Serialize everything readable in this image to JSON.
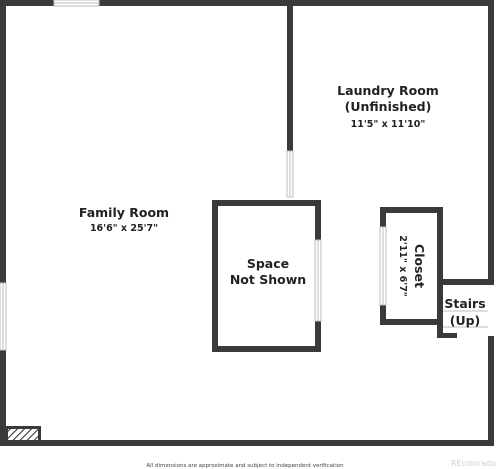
{
  "rooms": {
    "family_room": {
      "name": "Family Room",
      "dimensions": "16'6\" x 25'7\""
    },
    "laundry_room": {
      "name_line1": "Laundry Room",
      "name_line2": "(Unfinished)",
      "dimensions": "11'5\" x 11'10\""
    },
    "space_not_shown": {
      "line1": "Space",
      "line2": "Not Shown"
    },
    "closet": {
      "name": "Closet",
      "dimensions": "2'11\" x 6'7\""
    },
    "stairs": {
      "line1": "Stairs",
      "line2": "(Up)"
    }
  },
  "footer": {
    "disclaimer": "All dimensions are approximate and subject to independent verification",
    "watermark": "REcolorado"
  },
  "colors": {
    "wall": "#3a3a3a",
    "background": "#ffffff",
    "window": "#cfcfcf"
  }
}
